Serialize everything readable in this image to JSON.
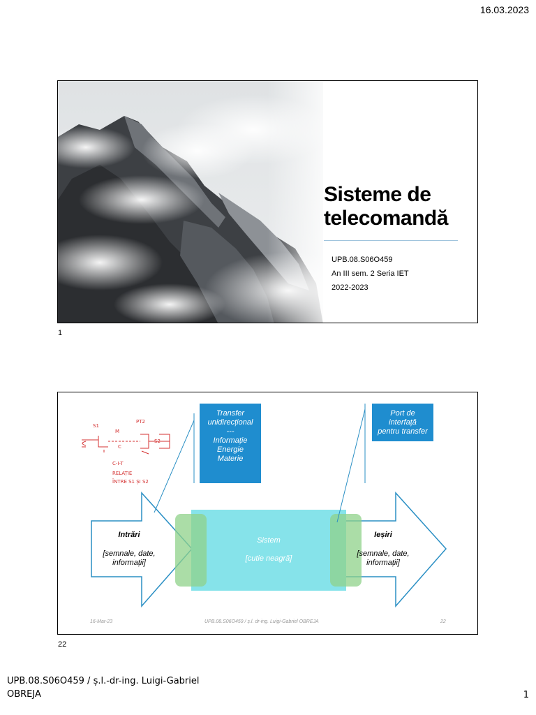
{
  "header": {
    "date": "16.03.2023"
  },
  "slide1": {
    "title_line1": "Sisteme de",
    "title_line2": "telecomandă",
    "course_code": "UPB.08.S06O459",
    "details": "An III sem. 2 Seria IET",
    "year": "2022-2023",
    "number": "1"
  },
  "slide2": {
    "box1": {
      "line1": "Transfer",
      "line2": "unidirecțional",
      "line3": "---",
      "line4": "Informație",
      "line5": "Energie",
      "line6": "Materie"
    },
    "box2": {
      "line1": "Port de",
      "line2": "interfață",
      "line3": "pentru transfer"
    },
    "inputs": {
      "title": "Intrări",
      "line1": "[semnale, date,",
      "line2": "informații]"
    },
    "system": {
      "title": "Sistem",
      "subtitle": "[cutie neagră]"
    },
    "outputs": {
      "title": "Ieșiri",
      "line1": "[semnale, date,",
      "line2": "informații]"
    },
    "footer_date": "16-Mar-23",
    "footer_author": "UPB.08.S06O459 / ș.l. dr-ing. Luigi-Gabriel OBREJA",
    "footer_num": "22",
    "number": "22",
    "annotation": {
      "l1": "S1",
      "l2": "M",
      "l3": "PT2",
      "l4": "S2",
      "l5": "C",
      "l6": "C-I-T",
      "l7": "RELAȚIE",
      "l8": "ÎNTRE S1 ȘI S2"
    }
  },
  "footer": {
    "line1": "UPB.08.S06O459 / ș.l.-dr-ing. Luigi-Gabriel",
    "line2": "OBREJA",
    "page": "1"
  },
  "colors": {
    "accent_blue": "#1f8dcf",
    "arrow_border": "#2a8fc4",
    "system_fill": "#86e3ea",
    "port_fill": "#8fd18a"
  }
}
